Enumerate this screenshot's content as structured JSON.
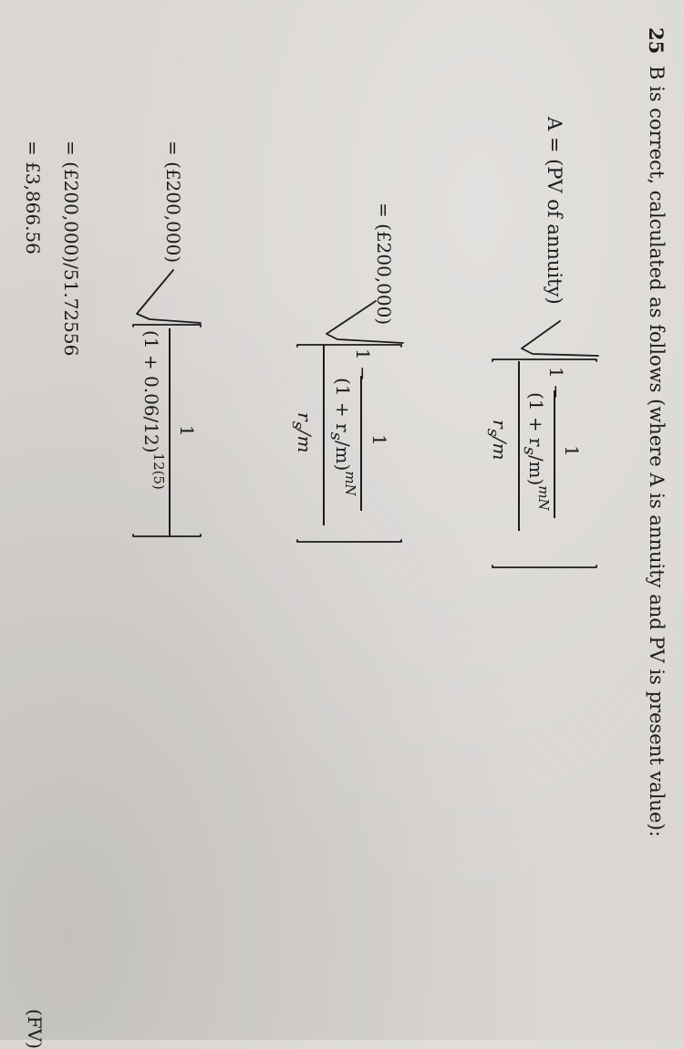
{
  "question": {
    "number": "25",
    "text": "B is correct, calculated as follows (where A is annuity and PV is present value):"
  },
  "eq1": {
    "lhs": "A = (PV of annuity)",
    "inner_numerator": "1",
    "inner_prefix": "1 −",
    "inner_denominator": "(1 + r",
    "inner_sub": "s",
    "inner_denominator_mid": "/m)",
    "inner_exponent": "mN",
    "outer_denominator": "r",
    "outer_denominator_sub": "s",
    "outer_denominator_tail": "/m"
  },
  "eq2": {
    "lhs": "= (£200,000)",
    "inner_numerator": "1",
    "inner_prefix": "1 −",
    "inner_denominator": "(1 + r",
    "inner_sub": "s",
    "inner_denominator_mid": "/m)",
    "inner_exponent": "mN",
    "outer_denominator": "r",
    "outer_denominator_sub": "s",
    "outer_denominator_tail": "/m"
  },
  "eq3": {
    "lhs": "= (£200,000)",
    "numerator": "1",
    "denominator": "(1 + 0.06/12)",
    "exponent": "12(5)"
  },
  "eq4": {
    "line": "= (£200,000)/51.72556"
  },
  "eq5": {
    "line": "= £3,866.56"
  },
  "cutoff": {
    "text": "(FV)"
  }
}
